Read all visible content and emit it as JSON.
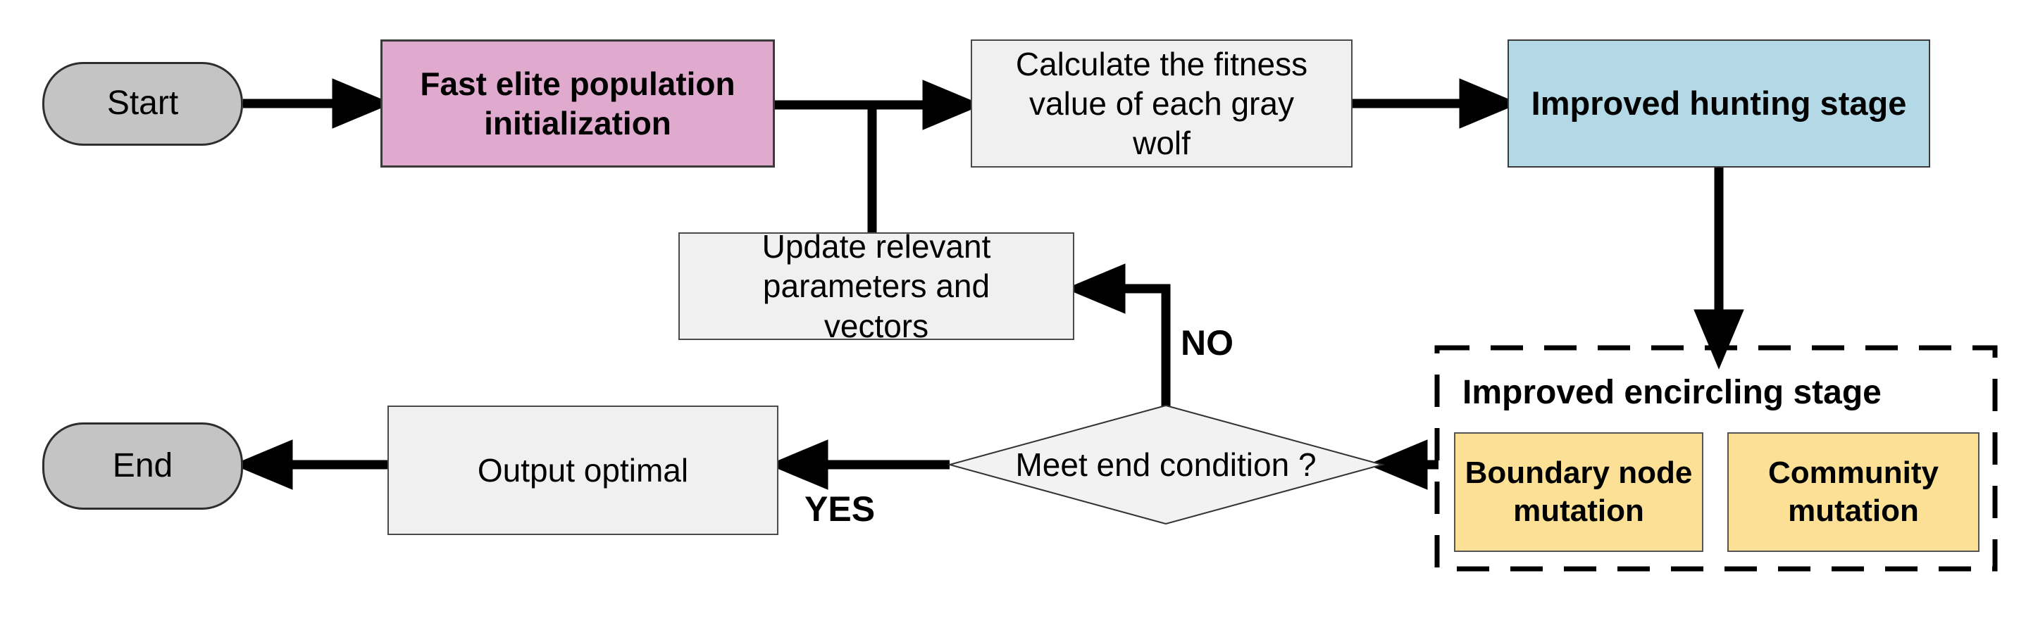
{
  "diagram": {
    "nodes": {
      "start": "Start",
      "init": "Fast elite population initialization",
      "fitness": "Calculate the fitness value of each gray wolf",
      "hunting": "Improved hunting stage",
      "update": "Update relevant parameters and vectors",
      "encircling_title": "Improved encircling stage",
      "boundary": "Boundary node mutation",
      "community": "Community mutation",
      "decision": "Meet end condition ?",
      "output": "Output optimal",
      "end": "End"
    },
    "edge_labels": {
      "no": "NO",
      "yes": "YES"
    },
    "colors": {
      "terminator_fill": "#c4c4c4",
      "init_fill": "#dfaacd",
      "process_fill": "#f0f0f0",
      "hunting_fill": "#b3d9e6",
      "mutation_fill": "#fbe096",
      "decision_fill": "#f2f2f2",
      "connector": "#000000"
    }
  }
}
